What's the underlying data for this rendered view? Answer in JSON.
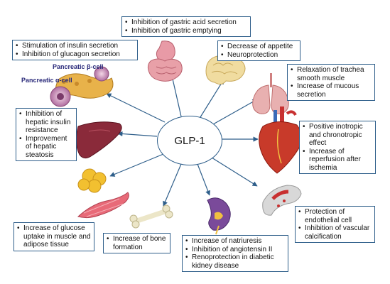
{
  "center": {
    "label": "GLP-1"
  },
  "boxes": {
    "gastric": {
      "items": [
        "Inhibition of gastric acid secretion",
        "Inhibition of gastric emptying"
      ]
    },
    "pancreas": {
      "items": [
        "Stimulation of insulin secretion",
        "Inhibition of glucagon secretion"
      ]
    },
    "brain": {
      "items": [
        "Decrease of appetite",
        "Neuroprotection"
      ]
    },
    "lung": {
      "items": [
        "Relaxation of trachea smooth muscle",
        "Increase of mucous secretion"
      ]
    },
    "liver": {
      "items": [
        "Inhibition of hepatic insulin resistance",
        "Improvement of hepatic steatosis"
      ]
    },
    "heart": {
      "items": [
        "Positive inotropic and chronotropic effect",
        "Increase of reperfusion after ischemia"
      ]
    },
    "vessel": {
      "items": [
        "Protection of endothelial cell",
        "Inhibition of vascular calcification"
      ]
    },
    "muscle": {
      "items": [
        "Increase of glucose uptake in muscle and adipose tissue"
      ]
    },
    "bone": {
      "items": [
        "Increase of bone formation"
      ]
    },
    "kidney": {
      "items": [
        "Increase of natriuresis",
        "Inhibition of angiotensin II",
        "Renoprotection in diabetic kidney disease"
      ]
    }
  },
  "pancreas_labels": {
    "beta": "Pancreatic β-cell",
    "alpha": "Pancreatic α-cell"
  },
  "colors": {
    "border": "#2e5e8a",
    "arrow": "#2e5e8a"
  }
}
